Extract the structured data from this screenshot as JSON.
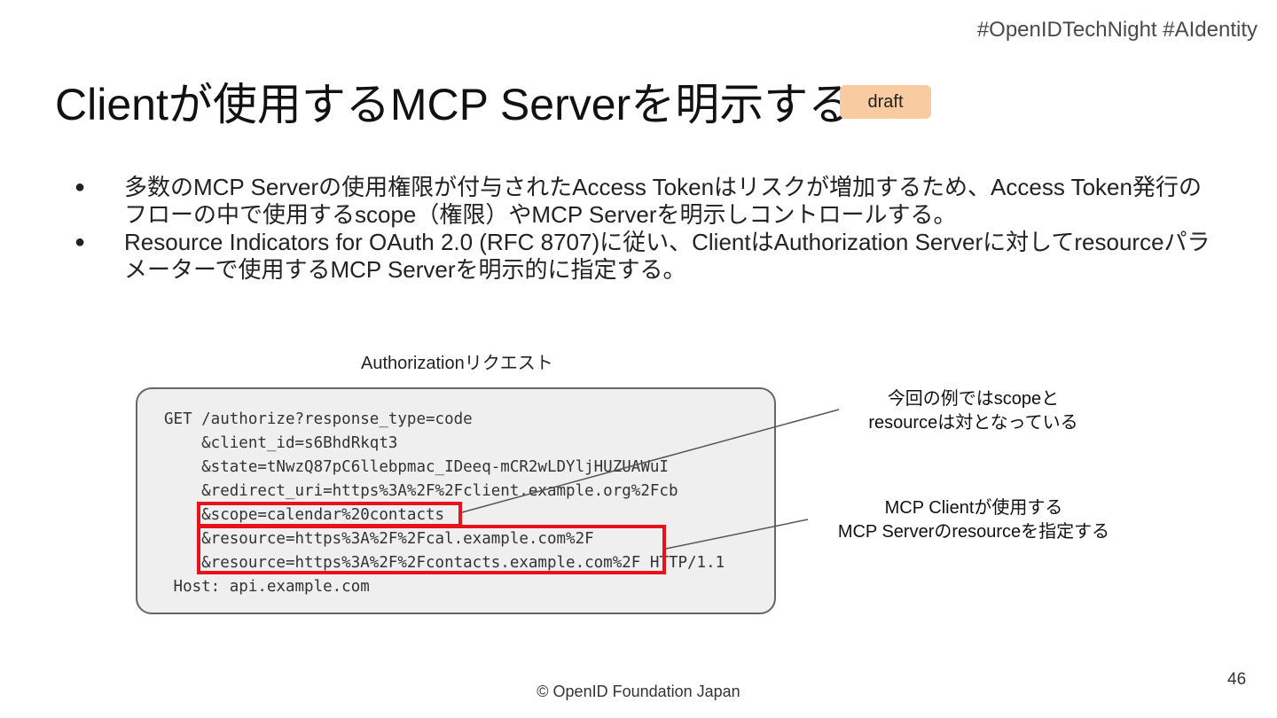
{
  "hashtags": "#OpenIDTechNight  #AIdentity",
  "title": "Clientが使用するMCP Serverを明示する",
  "badge": "draft",
  "bullets": [
    {
      "symbol": "●",
      "text": "多数のMCP Serverの使用権限が付与されたAccess Tokenはリスクが増加するため、Access Token発行のフローの中で使用するscope（権限）やMCP Serverを明示しコントロールする。"
    },
    {
      "symbol": "●",
      "text": "Resource Indicators for OAuth 2.0 (RFC 8707)に従い、ClientはAuthorization Serverに対してresourceパラメーターで使用するMCP Serverを明示的に指定する。"
    }
  ],
  "code_caption": "Authorizationリクエスト",
  "code_lines": [
    "GET /authorize?response_type=code",
    "    &client_id=s6BhdRkqt3",
    "    &state=tNwzQ87pC6llebpmac_IDeeq-mCR2wLDYljHUZUAWuI",
    "    &redirect_uri=https%3A%2F%2Fclient.example.org%2Fcb",
    "    &scope=calendar%20contacts",
    "    &resource=https%3A%2F%2Fcal.example.com%2F",
    "    &resource=https%3A%2F%2Fcontacts.example.com%2F HTTP/1.1",
    " Host: api.example.com"
  ],
  "notes": {
    "scope_note": {
      "line1": "今回の例ではscopeと",
      "line2": "resourceは対となっている"
    },
    "resource_note": {
      "line1": "MCP Clientが使用する",
      "line2": "MCP Serverのresourceを指定する"
    }
  },
  "colors": {
    "badge": "#f8cba0",
    "highlight": "#e8121a",
    "code_bg": "#efefef"
  },
  "footer": "© OpenID Foundation Japan",
  "page_number": "46"
}
